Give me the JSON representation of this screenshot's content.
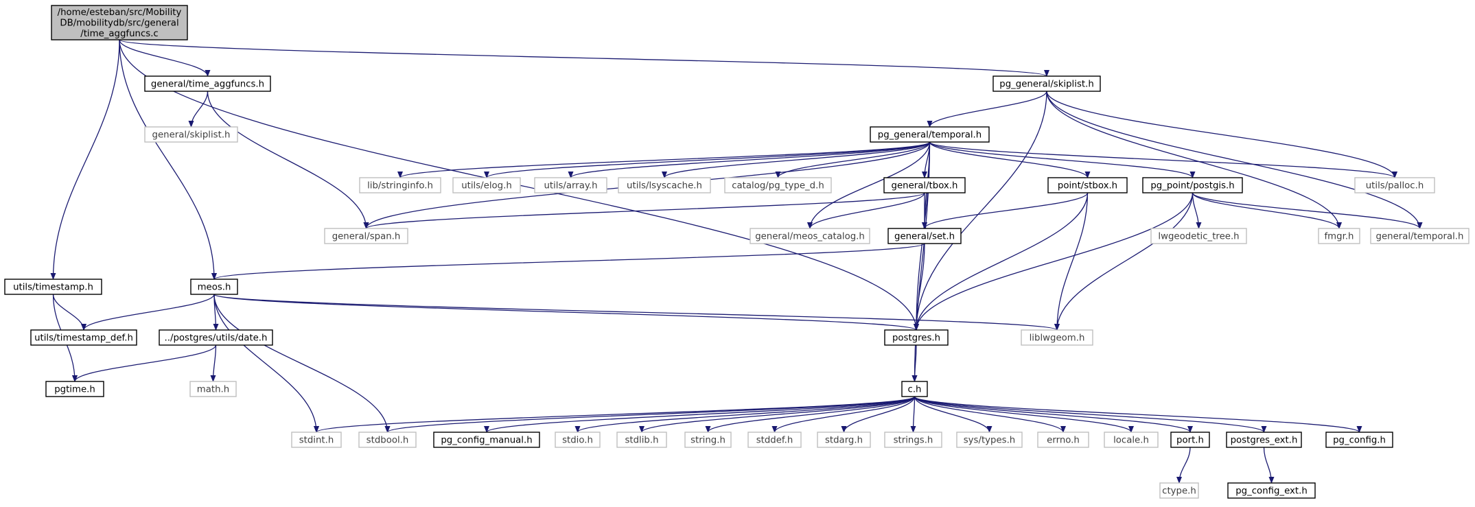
{
  "colors": {
    "edge": "#191970",
    "node_border": "#000000",
    "node_border_external": "#bfbfbf",
    "root_fill": "#bfbfbf",
    "text": "#000000",
    "text_external": "#3f3f3f"
  },
  "nodes": [
    {
      "id": "root",
      "lines": [
        "/home/esteban/src/Mobility",
        "DB/mobilitydb/src/general",
        "/time_aggfuncs.c"
      ],
      "kind": "root"
    },
    {
      "id": "time_aggfuncs_h",
      "lines": [
        "general/time_aggfuncs.h"
      ],
      "kind": "header"
    },
    {
      "id": "general_skiplist_h",
      "lines": [
        "general/skiplist.h"
      ],
      "kind": "external"
    },
    {
      "id": "pg_skiplist_h",
      "lines": [
        "pg_general/skiplist.h"
      ],
      "kind": "header"
    },
    {
      "id": "pg_temporal_h",
      "lines": [
        "pg_general/temporal.h"
      ],
      "kind": "header"
    },
    {
      "id": "stringinfo_h",
      "lines": [
        "lib/stringinfo.h"
      ],
      "kind": "external"
    },
    {
      "id": "elog_h",
      "lines": [
        "utils/elog.h"
      ],
      "kind": "external"
    },
    {
      "id": "array_h",
      "lines": [
        "utils/array.h"
      ],
      "kind": "external"
    },
    {
      "id": "lsyscache_h",
      "lines": [
        "utils/lsyscache.h"
      ],
      "kind": "external"
    },
    {
      "id": "pg_type_d_h",
      "lines": [
        "catalog/pg_type_d.h"
      ],
      "kind": "external"
    },
    {
      "id": "tbox_h",
      "lines": [
        "general/tbox.h"
      ],
      "kind": "header"
    },
    {
      "id": "stbox_h",
      "lines": [
        "point/stbox.h"
      ],
      "kind": "header"
    },
    {
      "id": "postgis_h",
      "lines": [
        "pg_point/postgis.h"
      ],
      "kind": "header"
    },
    {
      "id": "palloc_h",
      "lines": [
        "utils/palloc.h"
      ],
      "kind": "external"
    },
    {
      "id": "span_h",
      "lines": [
        "general/span.h"
      ],
      "kind": "external"
    },
    {
      "id": "meos_catalog_h",
      "lines": [
        "general/meos_catalog.h"
      ],
      "kind": "external"
    },
    {
      "id": "set_h",
      "lines": [
        "general/set.h"
      ],
      "kind": "header"
    },
    {
      "id": "lwgeodetic_tree_h",
      "lines": [
        "lwgeodetic_tree.h"
      ],
      "kind": "external"
    },
    {
      "id": "fmgr_h",
      "lines": [
        "fmgr.h"
      ],
      "kind": "external"
    },
    {
      "id": "general_temporal_h",
      "lines": [
        "general/temporal.h"
      ],
      "kind": "external"
    },
    {
      "id": "timestamp_h",
      "lines": [
        "utils/timestamp.h"
      ],
      "kind": "header"
    },
    {
      "id": "meos_h",
      "lines": [
        "meos.h"
      ],
      "kind": "header"
    },
    {
      "id": "timestamp_def_h",
      "lines": [
        "utils/timestamp_def.h"
      ],
      "kind": "header"
    },
    {
      "id": "date_h",
      "lines": [
        "../postgres/utils/date.h"
      ],
      "kind": "header"
    },
    {
      "id": "postgres_h",
      "lines": [
        "postgres.h"
      ],
      "kind": "header"
    },
    {
      "id": "liblwgeom_h",
      "lines": [
        "liblwgeom.h"
      ],
      "kind": "external"
    },
    {
      "id": "pgtime_h",
      "lines": [
        "pgtime.h"
      ],
      "kind": "header"
    },
    {
      "id": "math_h",
      "lines": [
        "math.h"
      ],
      "kind": "external"
    },
    {
      "id": "c_h",
      "lines": [
        "c.h"
      ],
      "kind": "header"
    },
    {
      "id": "stdint_h",
      "lines": [
        "stdint.h"
      ],
      "kind": "external"
    },
    {
      "id": "stdbool_h",
      "lines": [
        "stdbool.h"
      ],
      "kind": "external"
    },
    {
      "id": "pg_config_manual_h",
      "lines": [
        "pg_config_manual.h"
      ],
      "kind": "header"
    },
    {
      "id": "stdio_h",
      "lines": [
        "stdio.h"
      ],
      "kind": "external"
    },
    {
      "id": "stdlib_h",
      "lines": [
        "stdlib.h"
      ],
      "kind": "external"
    },
    {
      "id": "string_h",
      "lines": [
        "string.h"
      ],
      "kind": "external"
    },
    {
      "id": "stddef_h",
      "lines": [
        "stddef.h"
      ],
      "kind": "external"
    },
    {
      "id": "stdarg_h",
      "lines": [
        "stdarg.h"
      ],
      "kind": "external"
    },
    {
      "id": "strings_h",
      "lines": [
        "strings.h"
      ],
      "kind": "external"
    },
    {
      "id": "sys_types_h",
      "lines": [
        "sys/types.h"
      ],
      "kind": "external"
    },
    {
      "id": "errno_h",
      "lines": [
        "errno.h"
      ],
      "kind": "external"
    },
    {
      "id": "locale_h",
      "lines": [
        "locale.h"
      ],
      "kind": "external"
    },
    {
      "id": "port_h",
      "lines": [
        "port.h"
      ],
      "kind": "header"
    },
    {
      "id": "postgres_ext_h",
      "lines": [
        "postgres_ext.h"
      ],
      "kind": "header"
    },
    {
      "id": "pg_config_h",
      "lines": [
        "pg_config.h"
      ],
      "kind": "header"
    },
    {
      "id": "ctype_h",
      "lines": [
        "ctype.h"
      ],
      "kind": "external"
    },
    {
      "id": "pg_config_ext_h",
      "lines": [
        "pg_config_ext.h"
      ],
      "kind": "header"
    }
  ],
  "edges": [
    [
      "root",
      "time_aggfuncs_h"
    ],
    [
      "root",
      "pg_skiplist_h"
    ],
    [
      "root",
      "timestamp_h"
    ],
    [
      "root",
      "meos_h"
    ],
    [
      "root",
      "postgres_h"
    ],
    [
      "time_aggfuncs_h",
      "general_skiplist_h"
    ],
    [
      "time_aggfuncs_h",
      "span_h"
    ],
    [
      "pg_skiplist_h",
      "pg_temporal_h"
    ],
    [
      "pg_skiplist_h",
      "postgres_h"
    ],
    [
      "pg_skiplist_h",
      "palloc_h"
    ],
    [
      "pg_skiplist_h",
      "fmgr_h"
    ],
    [
      "pg_skiplist_h",
      "general_temporal_h"
    ],
    [
      "pg_temporal_h",
      "stringinfo_h"
    ],
    [
      "pg_temporal_h",
      "elog_h"
    ],
    [
      "pg_temporal_h",
      "array_h"
    ],
    [
      "pg_temporal_h",
      "lsyscache_h"
    ],
    [
      "pg_temporal_h",
      "pg_type_d_h"
    ],
    [
      "pg_temporal_h",
      "tbox_h"
    ],
    [
      "pg_temporal_h",
      "stbox_h"
    ],
    [
      "pg_temporal_h",
      "postgis_h"
    ],
    [
      "pg_temporal_h",
      "palloc_h"
    ],
    [
      "pg_temporal_h",
      "span_h"
    ],
    [
      "pg_temporal_h",
      "meos_catalog_h"
    ],
    [
      "pg_temporal_h",
      "set_h"
    ],
    [
      "pg_temporal_h",
      "postgres_h"
    ],
    [
      "pg_temporal_h",
      "c_h"
    ],
    [
      "tbox_h",
      "span_h"
    ],
    [
      "tbox_h",
      "meos_catalog_h"
    ],
    [
      "tbox_h",
      "set_h"
    ],
    [
      "stbox_h",
      "set_h"
    ],
    [
      "stbox_h",
      "postgres_h"
    ],
    [
      "stbox_h",
      "liblwgeom_h"
    ],
    [
      "postgis_h",
      "lwgeodetic_tree_h"
    ],
    [
      "postgis_h",
      "fmgr_h"
    ],
    [
      "postgis_h",
      "general_temporal_h"
    ],
    [
      "postgis_h",
      "postgres_h"
    ],
    [
      "postgis_h",
      "liblwgeom_h"
    ],
    [
      "set_h",
      "meos_h"
    ],
    [
      "set_h",
      "postgres_h"
    ],
    [
      "timestamp_h",
      "timestamp_def_h"
    ],
    [
      "timestamp_h",
      "pgtime_h"
    ],
    [
      "meos_h",
      "timestamp_def_h"
    ],
    [
      "meos_h",
      "date_h"
    ],
    [
      "meos_h",
      "postgres_h"
    ],
    [
      "meos_h",
      "liblwgeom_h"
    ],
    [
      "meos_h",
      "stdint_h"
    ],
    [
      "meos_h",
      "stdbool_h"
    ],
    [
      "date_h",
      "pgtime_h"
    ],
    [
      "date_h",
      "math_h"
    ],
    [
      "postgres_h",
      "c_h"
    ],
    [
      "c_h",
      "stdint_h"
    ],
    [
      "c_h",
      "stdbool_h"
    ],
    [
      "c_h",
      "pg_config_manual_h"
    ],
    [
      "c_h",
      "stdio_h"
    ],
    [
      "c_h",
      "stdlib_h"
    ],
    [
      "c_h",
      "string_h"
    ],
    [
      "c_h",
      "stddef_h"
    ],
    [
      "c_h",
      "stdarg_h"
    ],
    [
      "c_h",
      "strings_h"
    ],
    [
      "c_h",
      "sys_types_h"
    ],
    [
      "c_h",
      "errno_h"
    ],
    [
      "c_h",
      "locale_h"
    ],
    [
      "c_h",
      "port_h"
    ],
    [
      "c_h",
      "postgres_ext_h"
    ],
    [
      "c_h",
      "pg_config_h"
    ],
    [
      "port_h",
      "ctype_h"
    ],
    [
      "postgres_ext_h",
      "pg_config_ext_h"
    ]
  ]
}
